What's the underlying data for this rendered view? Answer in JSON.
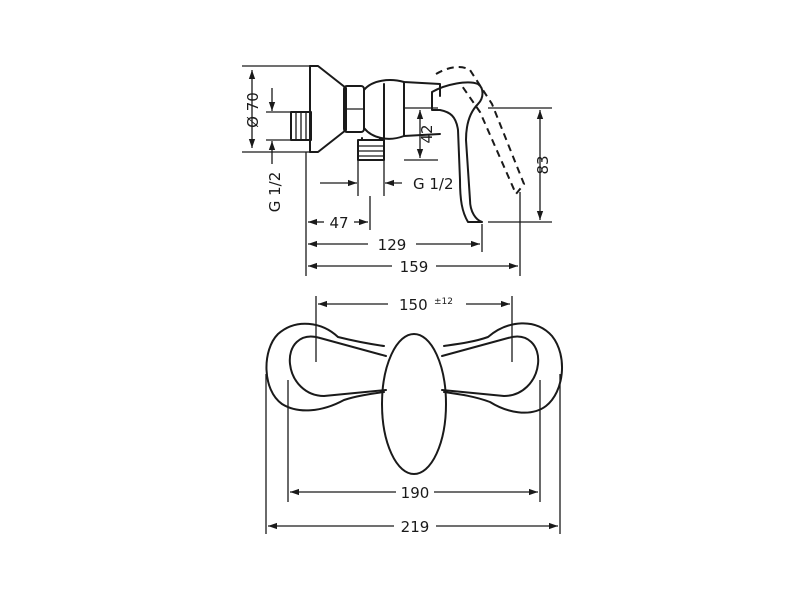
{
  "drawing": {
    "side_view": {
      "dimensions": {
        "escutcheon_diameter": "Ø 70",
        "wall_thread": "G 1/2",
        "outlet_thread": "G 1/2",
        "outlet_height": "42",
        "lever_height": "83",
        "outlet_offset": "47",
        "body_projection": "129",
        "total_projection": "159"
      }
    },
    "front_view": {
      "dimensions": {
        "connection_spacing": "150",
        "connection_tolerance": "±12",
        "body_width": "190",
        "escutcheon_width": "219"
      }
    }
  }
}
